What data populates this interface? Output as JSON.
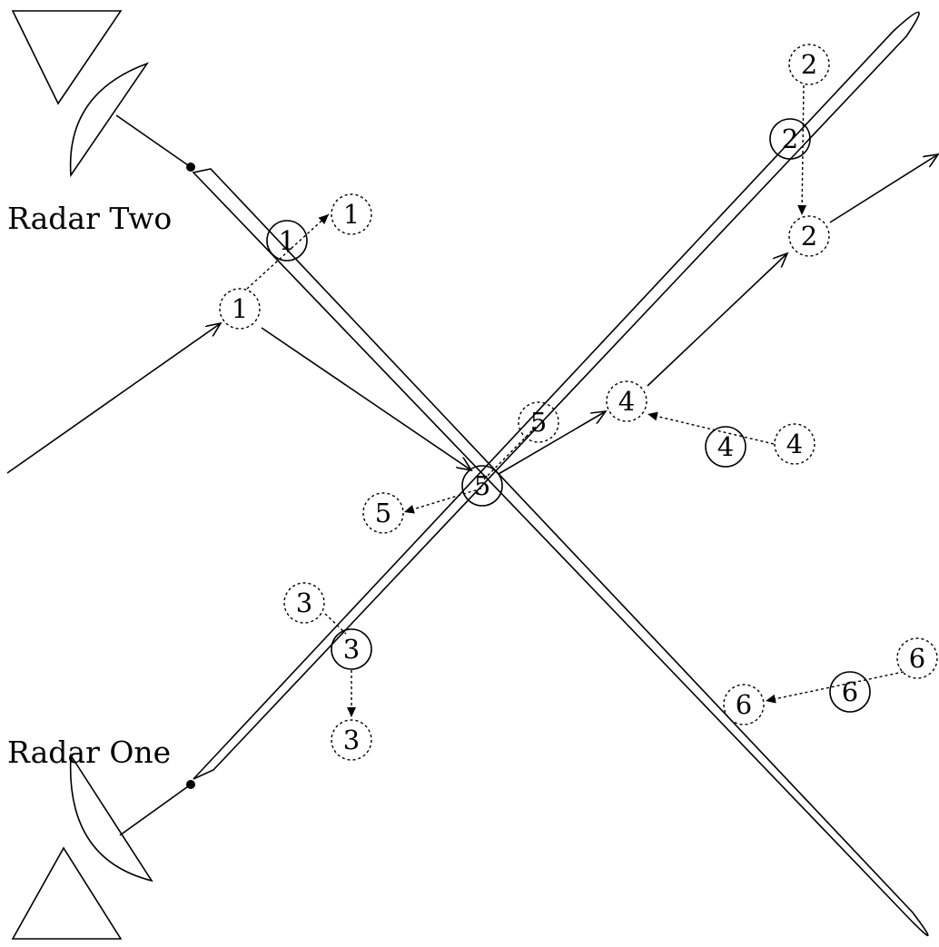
{
  "radars": {
    "one": {
      "label": "Radar One"
    },
    "two": {
      "label": "Radar Two"
    }
  },
  "targets": {
    "t1": {
      "dashed_before": "1",
      "solid": "1",
      "dashed_after": "1"
    },
    "t2": {
      "dashed_before": "2",
      "solid": "2",
      "dashed_after": "2"
    },
    "t3": {
      "dashed_before": "3",
      "solid": "3",
      "dashed_after": "3"
    },
    "t4": {
      "dashed_before": "4",
      "solid": "4",
      "dashed_after": "4"
    },
    "t5": {
      "dashed_before": "5",
      "solid": "5",
      "dashed_after": "5"
    },
    "t6": {
      "dashed_before": "6",
      "solid": "6",
      "dashed_after": "6"
    }
  },
  "colors": {
    "ink": "#000000",
    "background": "#ffffff"
  }
}
